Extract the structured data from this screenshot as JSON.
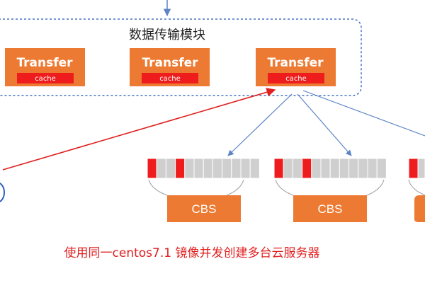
{
  "module": {
    "title": "数据传输模块"
  },
  "transfers": [
    {
      "label": "Transfer",
      "cache_label": "cache"
    },
    {
      "label": "Transfer",
      "cache_label": "cache"
    },
    {
      "label": "Transfer",
      "cache_label": "cache"
    }
  ],
  "storage_groups": [
    {
      "label": "CBS",
      "blocks": [
        "red",
        "gray",
        "gray",
        "red",
        "gray",
        "gray",
        "gray",
        "gray",
        "gray",
        "gray",
        "gray",
        "gray"
      ]
    },
    {
      "label": "CBS",
      "blocks": [
        "red",
        "gray",
        "gray",
        "red",
        "gray",
        "gray",
        "gray",
        "gray",
        "gray",
        "gray",
        "gray",
        "gray"
      ]
    }
  ],
  "caption": "使用同一centos7.1 镜像并发创建多台云服务器",
  "colors": {
    "orange": "#ec7a32",
    "red": "#ee1c1c",
    "gray": "#cfcfcf",
    "dash": "#4472c4",
    "arrow_blue": "#5b83c6",
    "arrow_red": "#e02020",
    "caption": "#e02020"
  }
}
